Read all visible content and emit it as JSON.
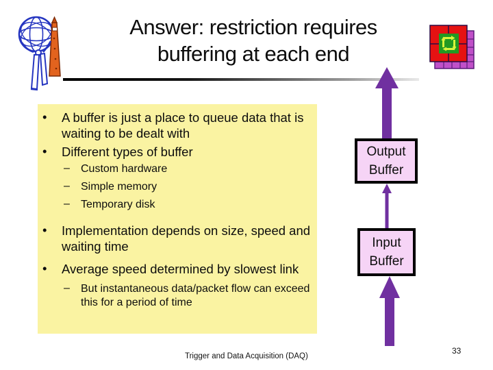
{
  "title": {
    "line1": "Answer: restriction requires",
    "line2": "buffering at each end"
  },
  "content": {
    "bullet_marker": "•",
    "dash_marker": "–",
    "bullets": [
      {
        "level": 1,
        "text": "A buffer is just a place to queue data that is waiting to be dealt with"
      },
      {
        "level": 1,
        "text": "Different types of buffer"
      },
      {
        "level": 2,
        "text": "Custom hardware"
      },
      {
        "level": 2,
        "text": "Simple memory"
      },
      {
        "level": 2,
        "text": "Temporary disk"
      },
      {
        "level": 1,
        "text": "Implementation depends on size, speed and waiting time"
      },
      {
        "level": 1,
        "text": "Average speed determined by slowest link"
      },
      {
        "level": 2,
        "text": "But instantaneous data/packet flow can exceed this for a period of time"
      }
    ]
  },
  "diagram": {
    "output_buffer_label": "Output Buffer",
    "input_buffer_label": "Input Buffer",
    "flow_direction": "up"
  },
  "footer": {
    "text": "Trigger and Data Acquisition (DAQ)",
    "page_number": "33"
  },
  "icons": {
    "logo": "atlas-experiment-logo",
    "corner": "detector-cycle-icon"
  },
  "colors": {
    "arrow_purple": "#7030A0",
    "buffer_pink": "#F6D4F6",
    "note_yellow": "#FAF3A2",
    "icon_red": "#E51212",
    "icon_green": "#229922",
    "icon_lime": "#D8F43C",
    "icon_magenta": "#C050C8",
    "logo_blue": "#2535C0",
    "logo_orange": "#E2631E"
  }
}
